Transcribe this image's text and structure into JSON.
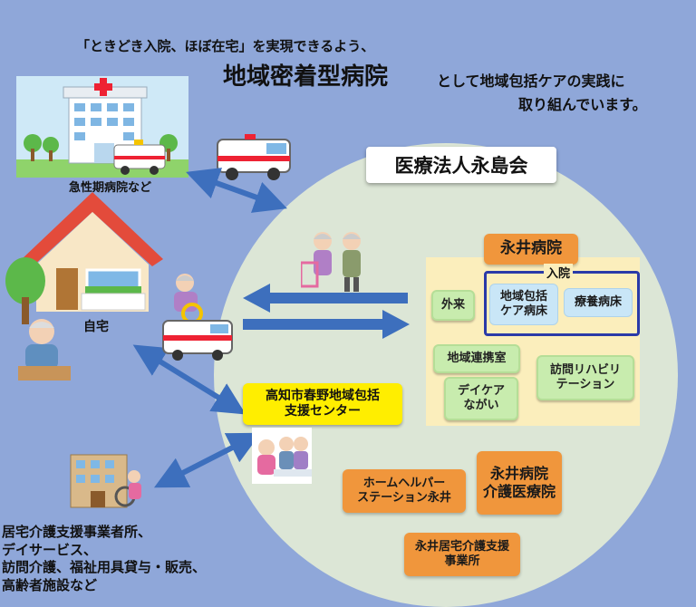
{
  "header": {
    "line1": "「ときどき入院、ほぼ在宅」を実現できるよう、",
    "big": "地域密着型病院",
    "line2": "として地域包括ケアの実践に",
    "line3": "取り組んでいます。"
  },
  "org_title": "医療法人永島会",
  "left_labels": {
    "acute_hospital": "急性期病院など",
    "home": "自宅",
    "services": [
      "居宅介護支援事業者所、",
      "デイサービス、",
      "訪問介護、福祉用具貸与・販売、",
      "高齢者施設など"
    ]
  },
  "community_center": [
    "高知市春野地域包括",
    "支援センター"
  ],
  "hospital": {
    "name": "永井病院",
    "admission_label": "入院",
    "outpatient": "外来",
    "community_care_ward": [
      "地域包括",
      "ケア病床"
    ],
    "recuperation_ward": "療養病床",
    "liaison": "地域連携室",
    "daycare": [
      "デイケア",
      "ながい"
    ],
    "home_rehab": [
      "訪問リハビリ",
      "テーション"
    ]
  },
  "facilities": {
    "home_helper": [
      "ホームヘルパー",
      "ステーション永井"
    ],
    "care_hospital": [
      "永井病院",
      "介護医療院"
    ],
    "care_support": [
      "永井居宅介護支援",
      "事業所"
    ]
  },
  "colors": {
    "background": "#8fa7d9",
    "circle": "#dce6d6",
    "orange": "#f0963c",
    "green": "#c8ecae",
    "yellow": "#ffee00",
    "arrow": "#3d6fbd"
  }
}
